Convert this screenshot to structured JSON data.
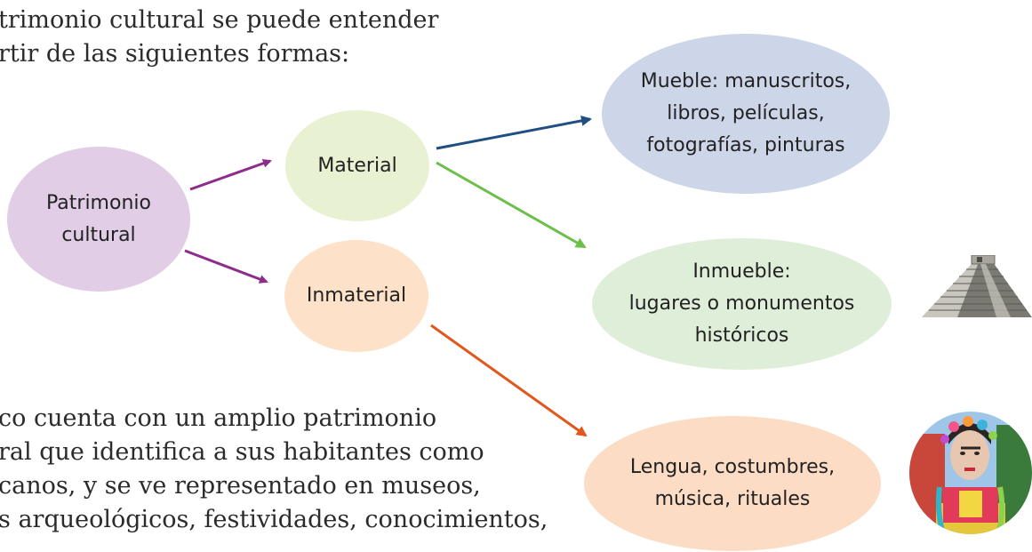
{
  "intro_lines": [
    "trimonio cultural se puede entender",
    "rtir de las siguientes formas:"
  ],
  "bottom_lines": [
    "co cuenta con un amplio patrimonio",
    "ral que identifica a sus habitantes como",
    "canos, y se ve representado en museos,",
    "s arqueológicos, festividades, conocimientos,"
  ],
  "nodes": {
    "root": {
      "lines": [
        "Patrimonio",
        "cultural"
      ],
      "color": "#e2cde7"
    },
    "material": {
      "lines": [
        "Material"
      ],
      "color": "#e9f1d3"
    },
    "inmaterial": {
      "lines": [
        "Inmaterial"
      ],
      "color": "#fde1c8"
    },
    "mueble": {
      "lines": [
        "Mueble: manuscritos,",
        "libros, películas,",
        "fotografías, pinturas"
      ],
      "color": "#ccd6e8"
    },
    "inmueble": {
      "lines": [
        "Inmueble:",
        "lugares o monumentos",
        "históricos"
      ],
      "color": "#dfeed9"
    },
    "lengua": {
      "lines": [
        "Lengua, costumbres,",
        "música, rituales"
      ],
      "color": "#fcdcc4"
    }
  },
  "edges": [
    {
      "from": "root",
      "to": "material",
      "color": "#8e2c8b"
    },
    {
      "from": "root",
      "to": "inmaterial",
      "color": "#8e2c8b"
    },
    {
      "from": "material",
      "to": "mueble",
      "color": "#1f4e80"
    },
    {
      "from": "material",
      "to": "inmueble",
      "color": "#6cbf4a"
    },
    {
      "from": "inmaterial",
      "to": "lengua",
      "color": "#e2571c"
    }
  ],
  "images": {
    "pyramid": "pyramid-illustration",
    "doll": "mojiganga-doll-photo"
  }
}
